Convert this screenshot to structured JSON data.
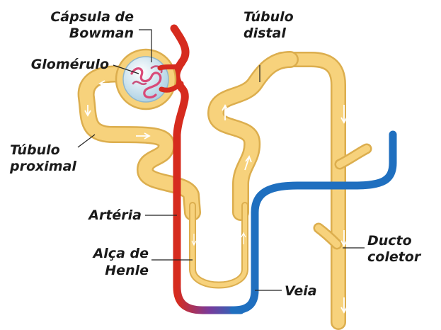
{
  "labels": {
    "capsula_line1": "Cápsula de",
    "capsula_line2": "Bowman",
    "glomerulo": "Glomérulo",
    "tubulo_distal_line1": "Túbulo",
    "tubulo_distal_line2": "distal",
    "tubulo_proximal_line1": "Túbulo",
    "tubulo_proximal_line2": "proximal",
    "arteria": "Artéria",
    "alca_line1": "Alça de",
    "alca_line2": "Henle",
    "veia": "Veia",
    "ducto_line1": "Ducto",
    "ducto_line2": "coletor"
  },
  "colors": {
    "tubule_fill": "#f7d27c",
    "tubule_edge": "#dcae4e",
    "artery": "#d62b1e",
    "vein": "#1f6fbf",
    "capsule_inner": "#cfe6f2",
    "label_text": "#1a1a1a"
  }
}
